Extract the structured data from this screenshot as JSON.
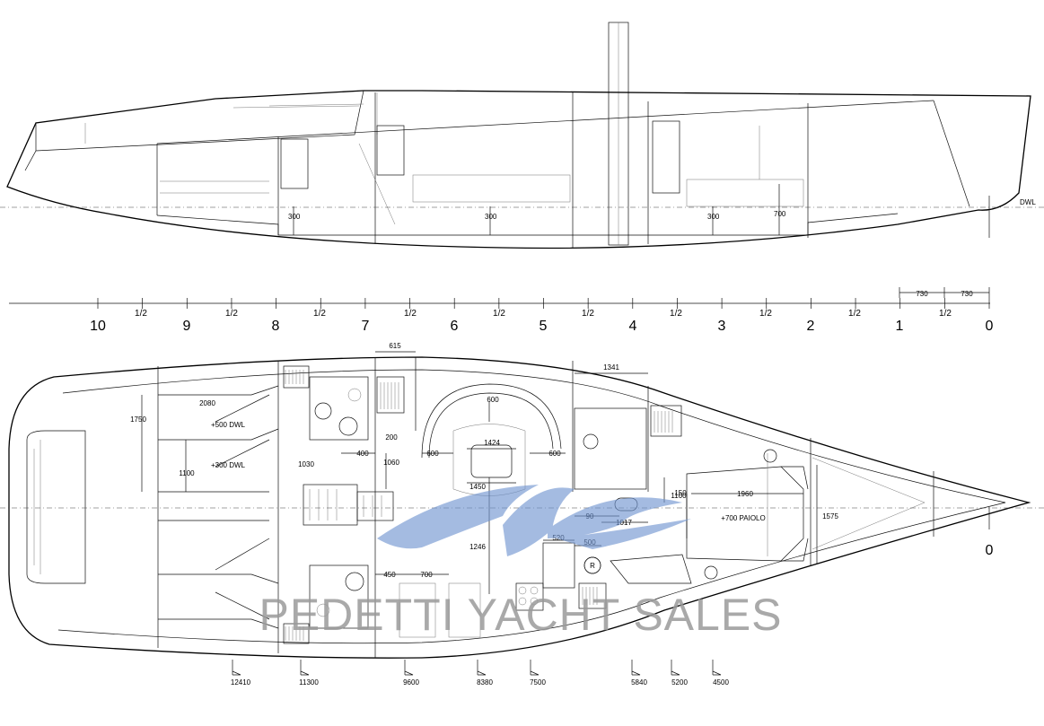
{
  "profile": {
    "waterline_label": "DWL",
    "dims": [
      "300",
      "300",
      "300",
      "700"
    ]
  },
  "stations": {
    "major": [
      "10",
      "9",
      "8",
      "7",
      "6",
      "5",
      "4",
      "3",
      "2",
      "1",
      "0"
    ],
    "half_label": "1/2",
    "spacing_dims": [
      "730",
      "730"
    ],
    "bow_mark": "0"
  },
  "plan": {
    "dims": [
      "615",
      "1341",
      "2080",
      "1750",
      "600",
      "1424",
      "1100",
      "1030",
      "400",
      "1060",
      "200",
      "600",
      "600",
      "1450",
      "150",
      "1100",
      "1960",
      "1575",
      "90",
      "1017",
      "520",
      "500",
      "1246",
      "450",
      "700"
    ],
    "labels": {
      "dwl_upper": "+500 DWL",
      "dwl_lower": "+300 DWL",
      "paiolo": "+700 PAIOLO",
      "registered": "R"
    }
  },
  "bottom_dims": [
    "12410",
    "11300",
    "9600",
    "8380",
    "7500",
    "5840",
    "5200",
    "4500"
  ],
  "watermark": "PEDETTI YACHT SALES",
  "colors": {
    "logo_blue": "#6f93cf",
    "watermark_gray": "#9a9a9a"
  }
}
